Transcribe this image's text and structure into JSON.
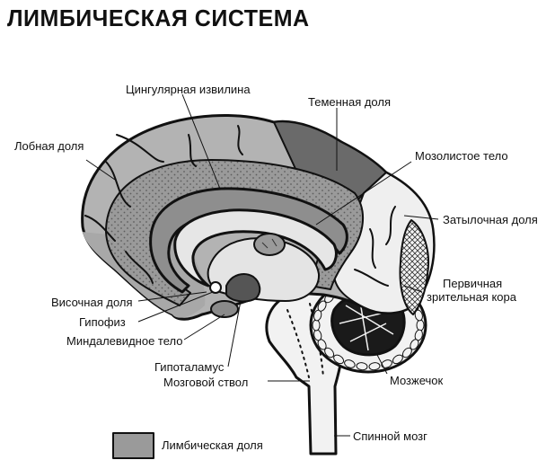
{
  "title": "ЛИМБИЧЕСКАЯ СИСТЕМА",
  "labels": {
    "cingulate": "Цингулярная извилина",
    "parietal": "Теменная доля",
    "frontal": "Лобная доля",
    "corpus_callosum": "Мозолистое тело",
    "occipital": "Затылочная доля",
    "primary_visual_1": "Первичная",
    "primary_visual_2": "зрительная кора",
    "temporal": "Височная доля",
    "pituitary": "Гипофиз",
    "amygdala": "Миндалевидное тело",
    "hypothalamus": "Гипоталамус",
    "brainstem": "Мозговой ствол",
    "cerebellum": "Мозжечок",
    "spinal_cord": "Спинной мозг"
  },
  "legend": {
    "label": "Лимбическая доля"
  },
  "colors": {
    "limbic": "#9a9a9a",
    "cortex": "#b3b3b3",
    "parietal": "#6a6a6a",
    "occipital": "#efefef",
    "inner": "#e4e4e4",
    "stem": "#f2f2f2",
    "cerebellum_inner": "#1a1a1a",
    "outline": "#111111"
  }
}
